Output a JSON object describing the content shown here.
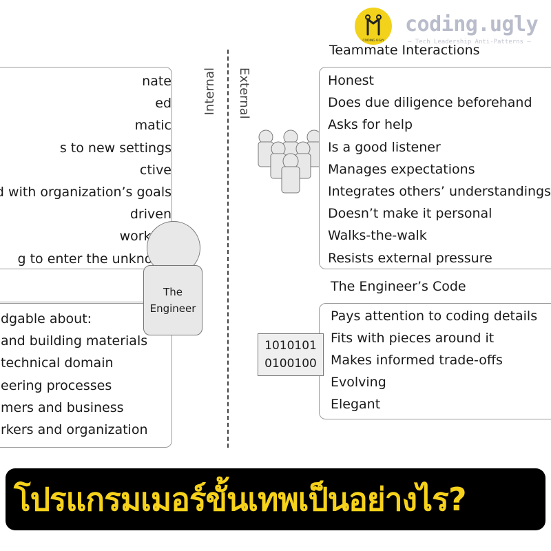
{
  "brand": {
    "logo_text": "CODING UGLY",
    "name": "coding.ugly",
    "tagline": "— Tech Leadership Anti-Patterns —"
  },
  "divider": {
    "left_label": "Internal",
    "right_label": "External"
  },
  "engineer": {
    "label": "The\nEngineer"
  },
  "internal_traits": {
    "items": [
      "nate",
      "ed",
      "matic",
      "s to new settings",
      "ctive",
      "ed with organization’s goals",
      "driven",
      "working",
      "g to enter the unknown"
    ]
  },
  "knowledge": {
    "items": [
      "dgable about:",
      "and building materials",
      "technical domain",
      "eering processes",
      "mers and business",
      "rkers and organization"
    ]
  },
  "teammate_interactions": {
    "title": "Teammate Interactions",
    "items": [
      "Honest",
      "Does due diligence beforehand",
      "Asks for help",
      "Is a good listener",
      "Manages expectations",
      "Integrates others’ understandings",
      "Doesn’t make it personal",
      "Walks-the-walk",
      "Resists external pressure"
    ]
  },
  "engineers_code": {
    "title": "The Engineer’s Code",
    "items": [
      "Pays attention to coding details",
      "Fits with pieces around it",
      "Makes informed trade-offs",
      "Evolving",
      "Elegant"
    ],
    "binary": [
      "1010101",
      "0100100"
    ]
  },
  "banner": {
    "text": "โปรแกรมเมอร์ขั้นเทพเป็นอย่างไร?"
  },
  "colors": {
    "logo_yellow": "#f2d21b",
    "brand_gray": "#b9bccb",
    "banner_bg": "#000000",
    "banner_text": "#f6d21b",
    "figure_fill": "#e8e8e8",
    "border": "#9b9b9b"
  }
}
